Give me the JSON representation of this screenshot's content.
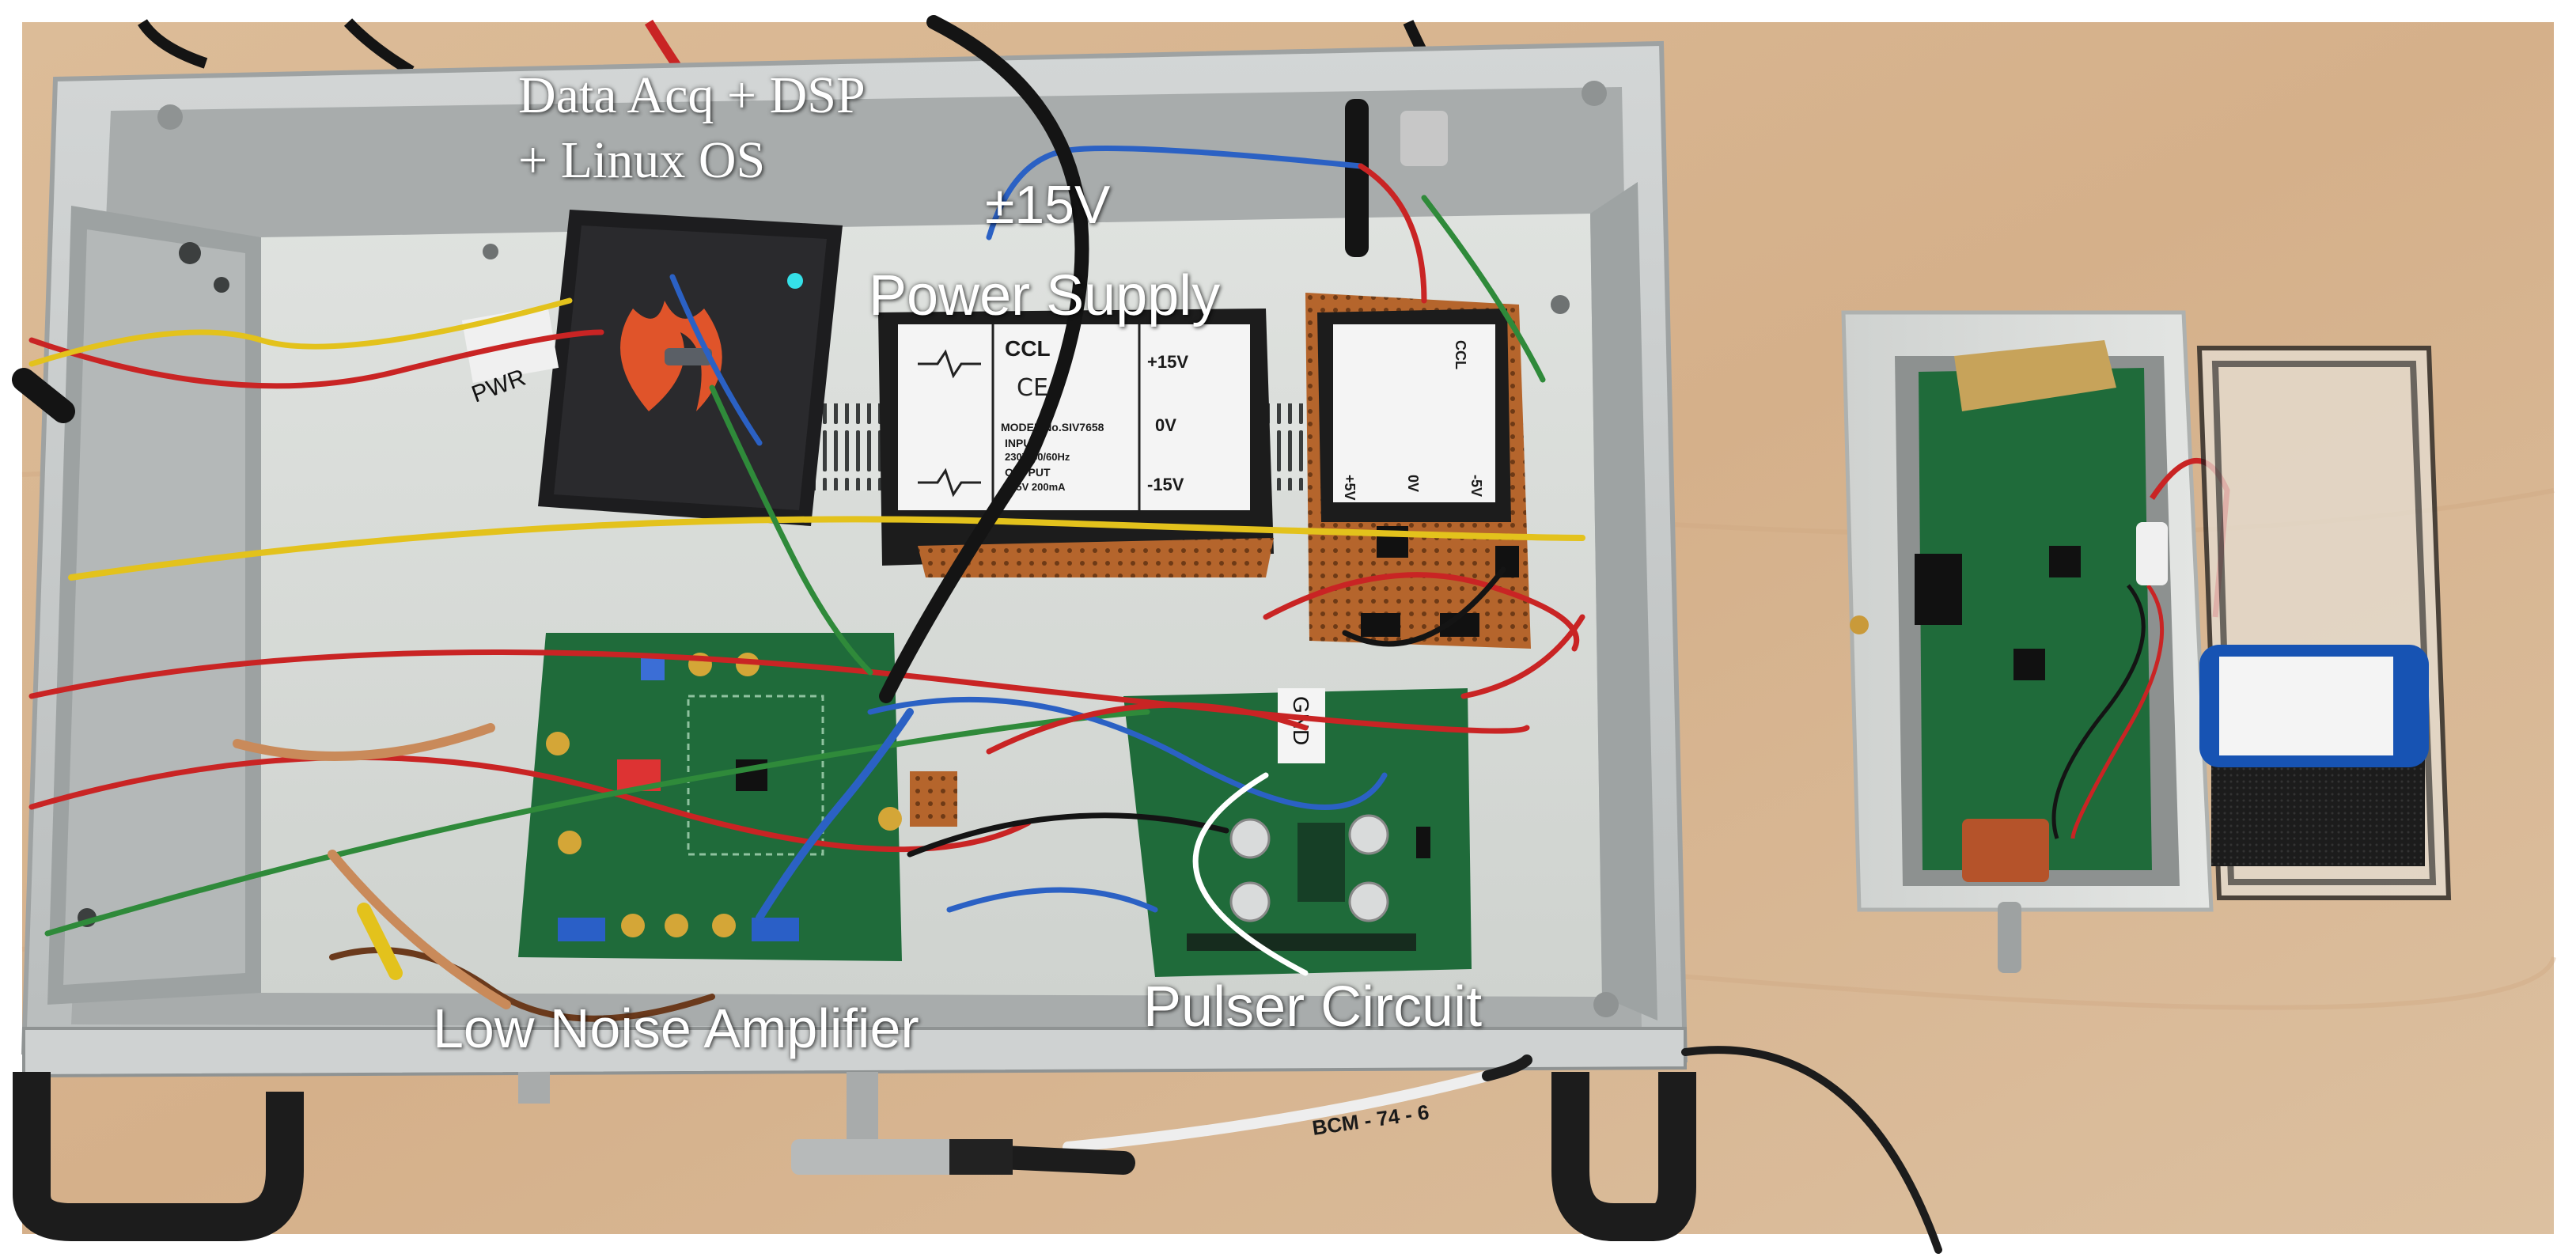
{
  "labels": {
    "daq_line1": "Data Acq  + DSP",
    "daq_line2": "+ Linux OS",
    "voltage": "±15V",
    "power_supply": "Power Supply",
    "lna": "Low Noise Amplifier",
    "pulser": "Pulser Circuit"
  },
  "prints": {
    "ps_brand": "CCL",
    "ps_plus15": "+15V",
    "ps_0v": "0V",
    "ps_minus15": "-15V",
    "ps_model": "MODEL No.SIV7658",
    "ps_input": "INPUT",
    "ps_input_spec": "230V 50/60Hz",
    "ps_output": "OUTPUT",
    "ps_output_spec": "±15V 200mA",
    "ps2_brand": "CCL",
    "ps2_plus5": "+5V",
    "ps2_0v": "0V",
    "ps2_minus5": "-5V",
    "tape_gnd": "GND",
    "tape_pwr": "PWR",
    "cable_print": "BCM - 74 - 6"
  },
  "colors": {
    "desk": "#d9b894",
    "chassis": "#c9cccc",
    "pcb_green": "#1f6b3a",
    "perfboard": "#b8692e",
    "wire_red": "#c92424",
    "wire_yellow": "#e3c21c",
    "wire_blue": "#2b61c4",
    "wire_green": "#2f8a3a",
    "wire_black": "#141414"
  }
}
